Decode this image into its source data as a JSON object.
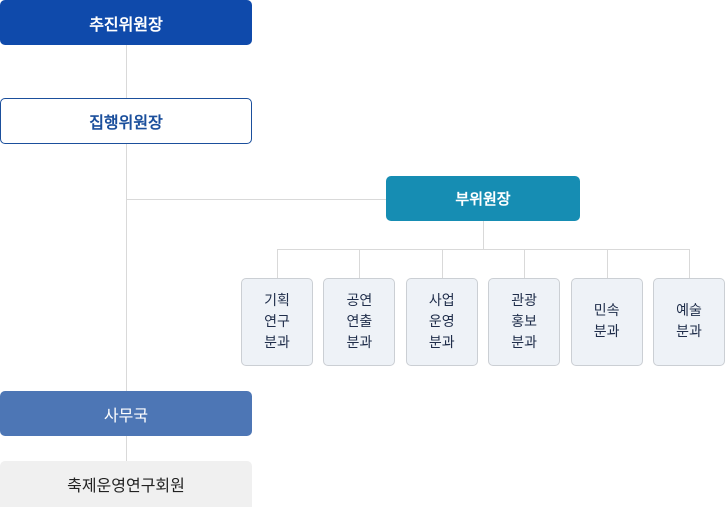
{
  "org_chart": {
    "chairman": "추진위원장",
    "executive_chairman": "집행위원장",
    "vice_chairman": "부위원장",
    "divisions": [
      {
        "lines": [
          "기획",
          "연구",
          "분과"
        ]
      },
      {
        "lines": [
          "공연",
          "연출",
          "분과"
        ]
      },
      {
        "lines": [
          "사업",
          "운영",
          "분과"
        ]
      },
      {
        "lines": [
          "관광",
          "홍보",
          "분과"
        ]
      },
      {
        "lines": [
          "민속",
          "분과"
        ]
      },
      {
        "lines": [
          "예술",
          "분과"
        ]
      }
    ],
    "secretariat": "사무국",
    "research_members": "축제운영연구회원"
  },
  "colors": {
    "chairman_bg": "#0f4aab",
    "executive_border": "#1b4f9c",
    "vice_bg": "#168db3",
    "secretariat_bg": "#4d76b5",
    "research_bg": "#f0f0f0",
    "division_bg": "#eef2f7",
    "connector": "#d9d9d9"
  }
}
